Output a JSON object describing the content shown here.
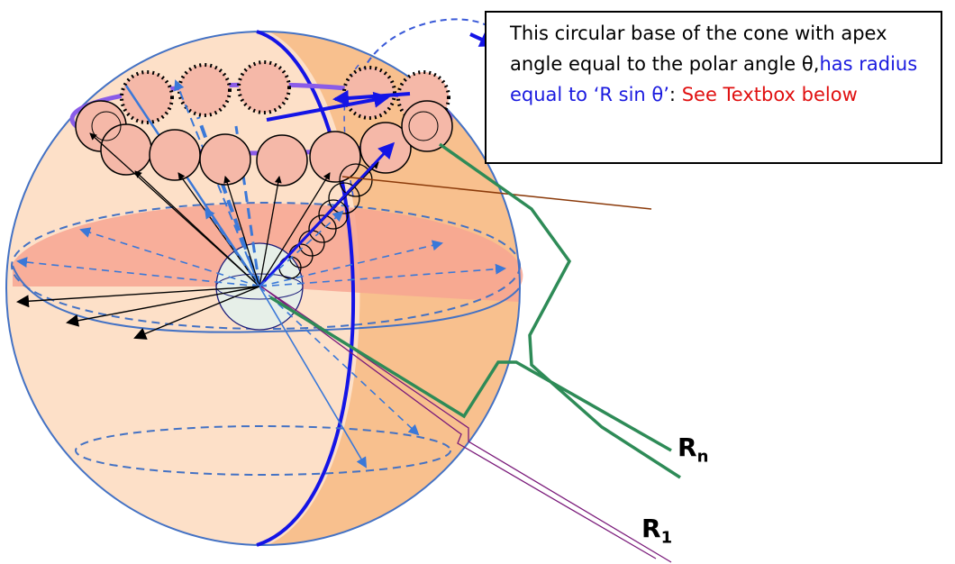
{
  "textbox": {
    "part1": "This circular base of the cone with apex angle equal to the polar angle θ,",
    "part2": "has radius equal to ‘R sin θ’",
    "part3": ": ",
    "part4": "See Textbox below"
  },
  "labels": {
    "rn_main": "R",
    "rn_sub": "n",
    "r1_main": "R",
    "r1_sub": "1"
  },
  "colors": {
    "sphere_fill": "#fde0c8",
    "sphere_shade": "#f8c08e",
    "outline": "#4472c4",
    "meridian": "#1414e6",
    "equator_fill": "#f7a592",
    "top_ring": "#8a5ce8",
    "green_line": "#2e8b57",
    "purple_line": "#7a1a7a",
    "brown_line": "#8b3a0a"
  }
}
